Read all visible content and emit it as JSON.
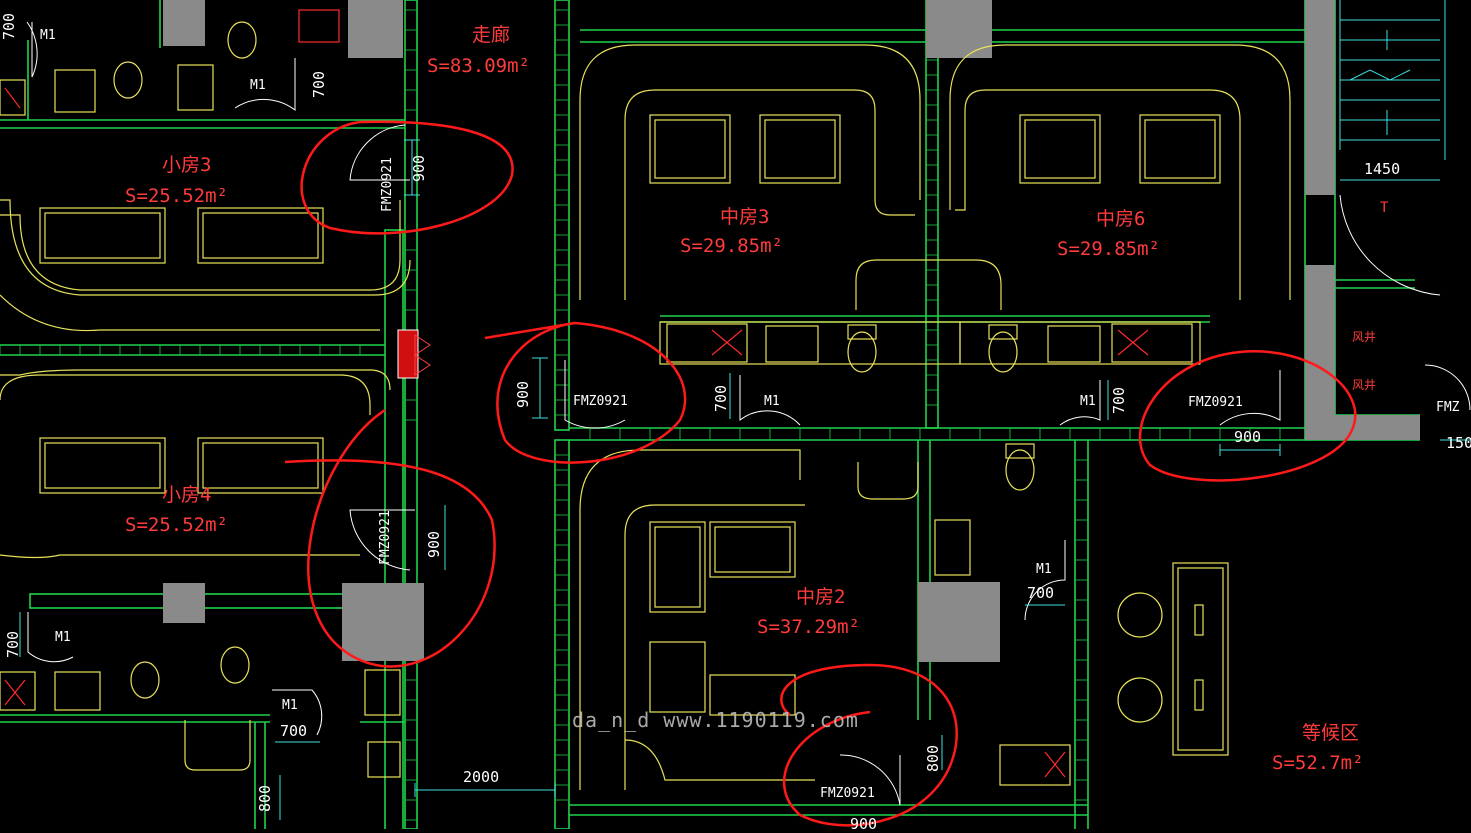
{
  "colors": {
    "wall": "#1fd34a",
    "furniture": "#e8e25a",
    "annotation": "#ff2020",
    "gray": "#8a8a8a",
    "dim": "#3fe0e0"
  },
  "rooms": {
    "corridor": {
      "name": "走廊",
      "area": "S=83.09m²"
    },
    "small3": {
      "name": "小房3",
      "area": "S=25.52m²"
    },
    "small4": {
      "name": "小房4",
      "area": "S=25.52m²"
    },
    "mid3": {
      "name": "中房3",
      "area": "S=29.85m²"
    },
    "mid6": {
      "name": "中房6",
      "area": "S=29.85m²"
    },
    "mid2": {
      "name": "中房2",
      "area": "S=37.29m²"
    },
    "waiting": {
      "name": "等候区",
      "area": "S=52.7m²"
    },
    "shaft_a": {
      "name": "风井"
    },
    "shaft_b": {
      "name": "风井"
    }
  },
  "doors": {
    "m1_top_left": "M1",
    "m1_top_mid": "M1",
    "m1_mid3": "M1",
    "m1_mid6": "M1",
    "m1_mid2": "M1",
    "m1_bot_left": "M1",
    "m1_bot_mid": "M1",
    "fmz_a": "FMZ0921",
    "fmz_b": "FMZ0921",
    "fmz_c": "FMZ0921",
    "fmz_d": "FMZ0921",
    "fmz_e": "FMZ0921",
    "fmz_right_edge": "FMZ"
  },
  "dimensions": {
    "d700_top_left": "700",
    "d700_top_mid": "700",
    "d900_a": "900",
    "d900_b": "900",
    "d900_c": "900",
    "d900_d": "900",
    "d700_mid3": "700",
    "d700_mid6": "700",
    "d700_mid2": "700",
    "d700_bot_left": "700",
    "d700_bot_mid": "700",
    "d800_bot_left": "800",
    "d800_mid2": "800",
    "d900_bottom": "900",
    "d2000": "2000",
    "d1450": "1450",
    "d150": "150"
  },
  "watermark": "da_n_d www.1190119.com",
  "stair_label": "T"
}
